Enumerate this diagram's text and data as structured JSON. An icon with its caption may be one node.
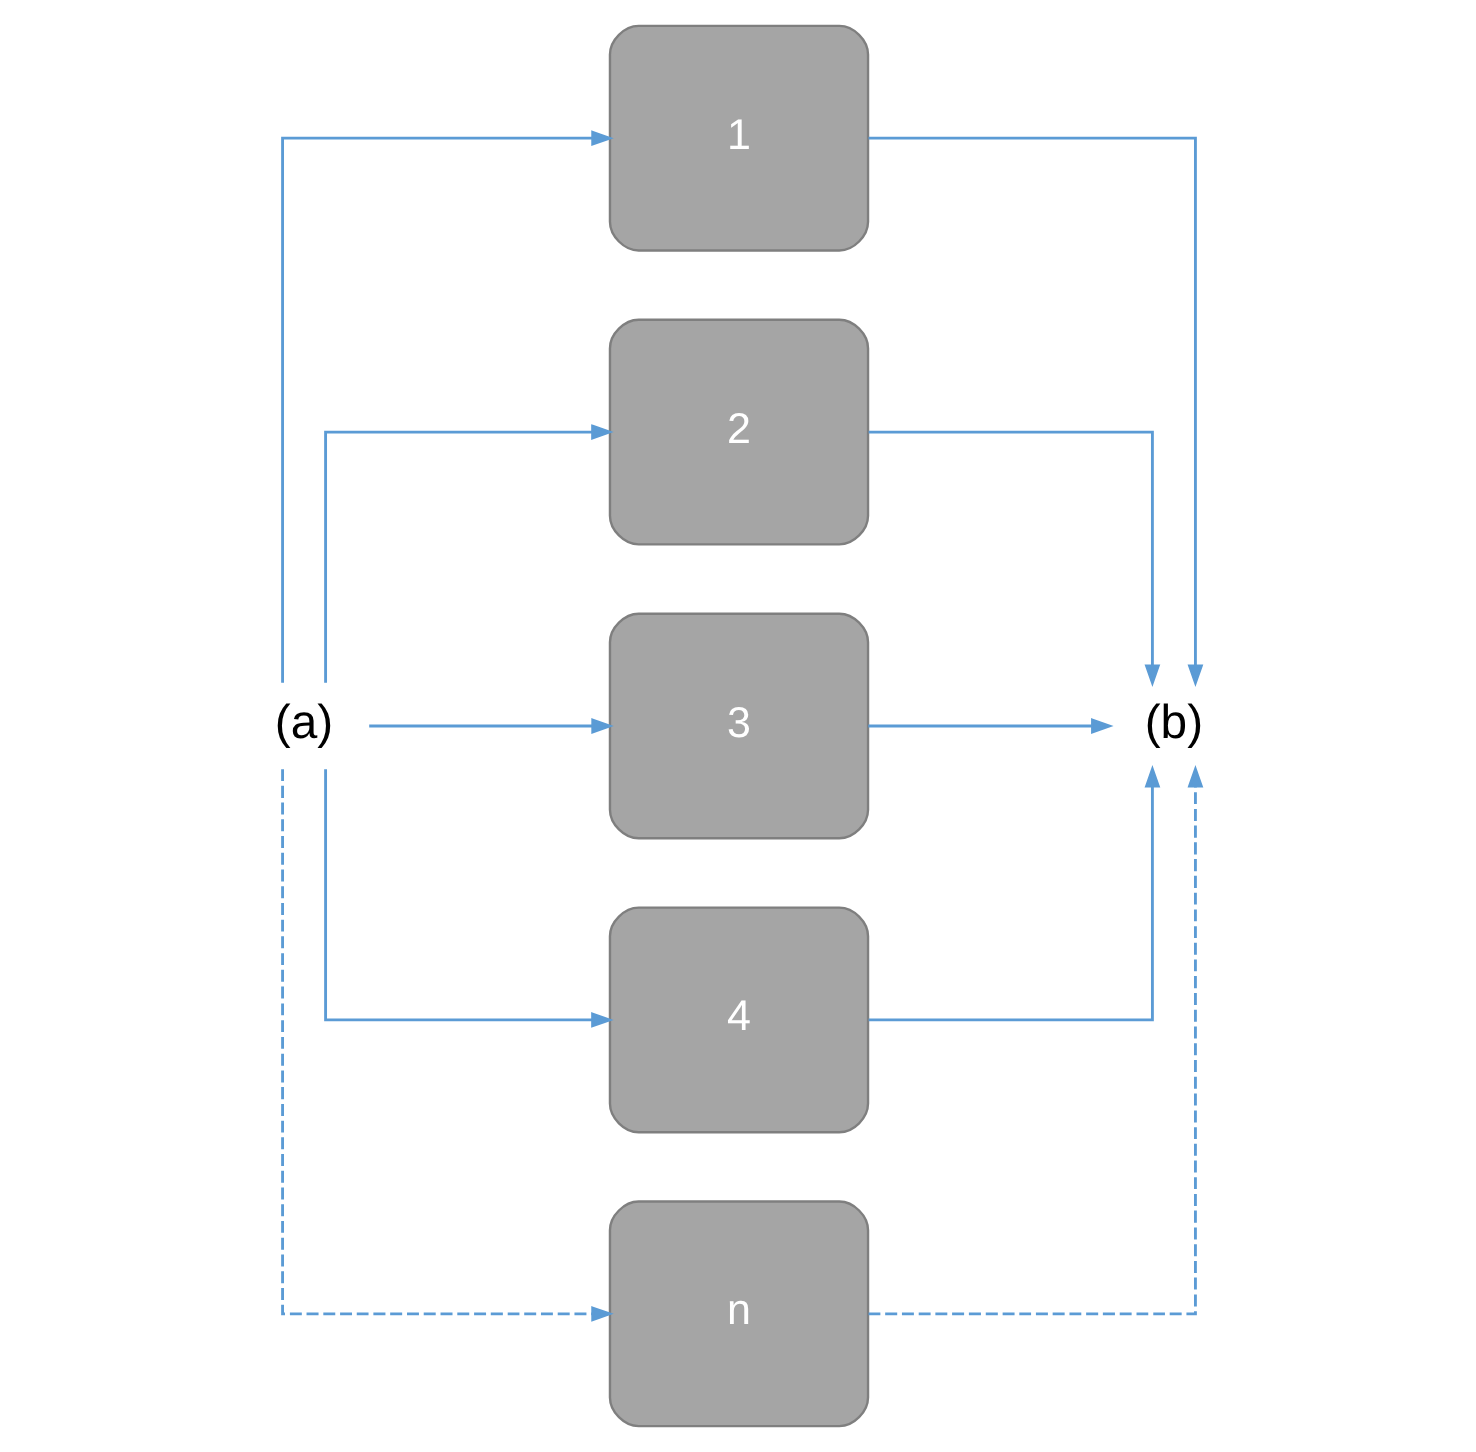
{
  "diagram": {
    "nodes": [
      {
        "text": [
          "(a)"
        ]
      },
      {
        "text": [
          "1"
        ]
      },
      {
        "text": [
          "2"
        ]
      },
      {
        "text": [
          "3"
        ]
      },
      {
        "text": [
          "4"
        ]
      },
      {
        "text": [
          "n"
        ]
      },
      {
        "text": [
          "(b)"
        ]
      }
    ],
    "edges": [
      {
        "from": 0,
        "to": 1,
        "arrow": "to"
      },
      {
        "from": 0,
        "to": 2,
        "arrow": "to"
      },
      {
        "from": 0,
        "to": 3,
        "arrow": "to"
      },
      {
        "from": 0,
        "to": 4,
        "arrow": "to"
      },
      {
        "from": 0,
        "to": 5,
        "arrow": "to",
        "style": "dashed"
      },
      {
        "from": 1,
        "to": 6,
        "arrow": "to"
      },
      {
        "from": 2,
        "to": 6,
        "arrow": "to"
      },
      {
        "from": 3,
        "to": 6,
        "arrow": "to"
      },
      {
        "from": 4,
        "to": 6,
        "arrow": "to"
      },
      {
        "from": 5,
        "to": 6,
        "arrow": "to",
        "style": "dashed"
      }
    ]
  }
}
